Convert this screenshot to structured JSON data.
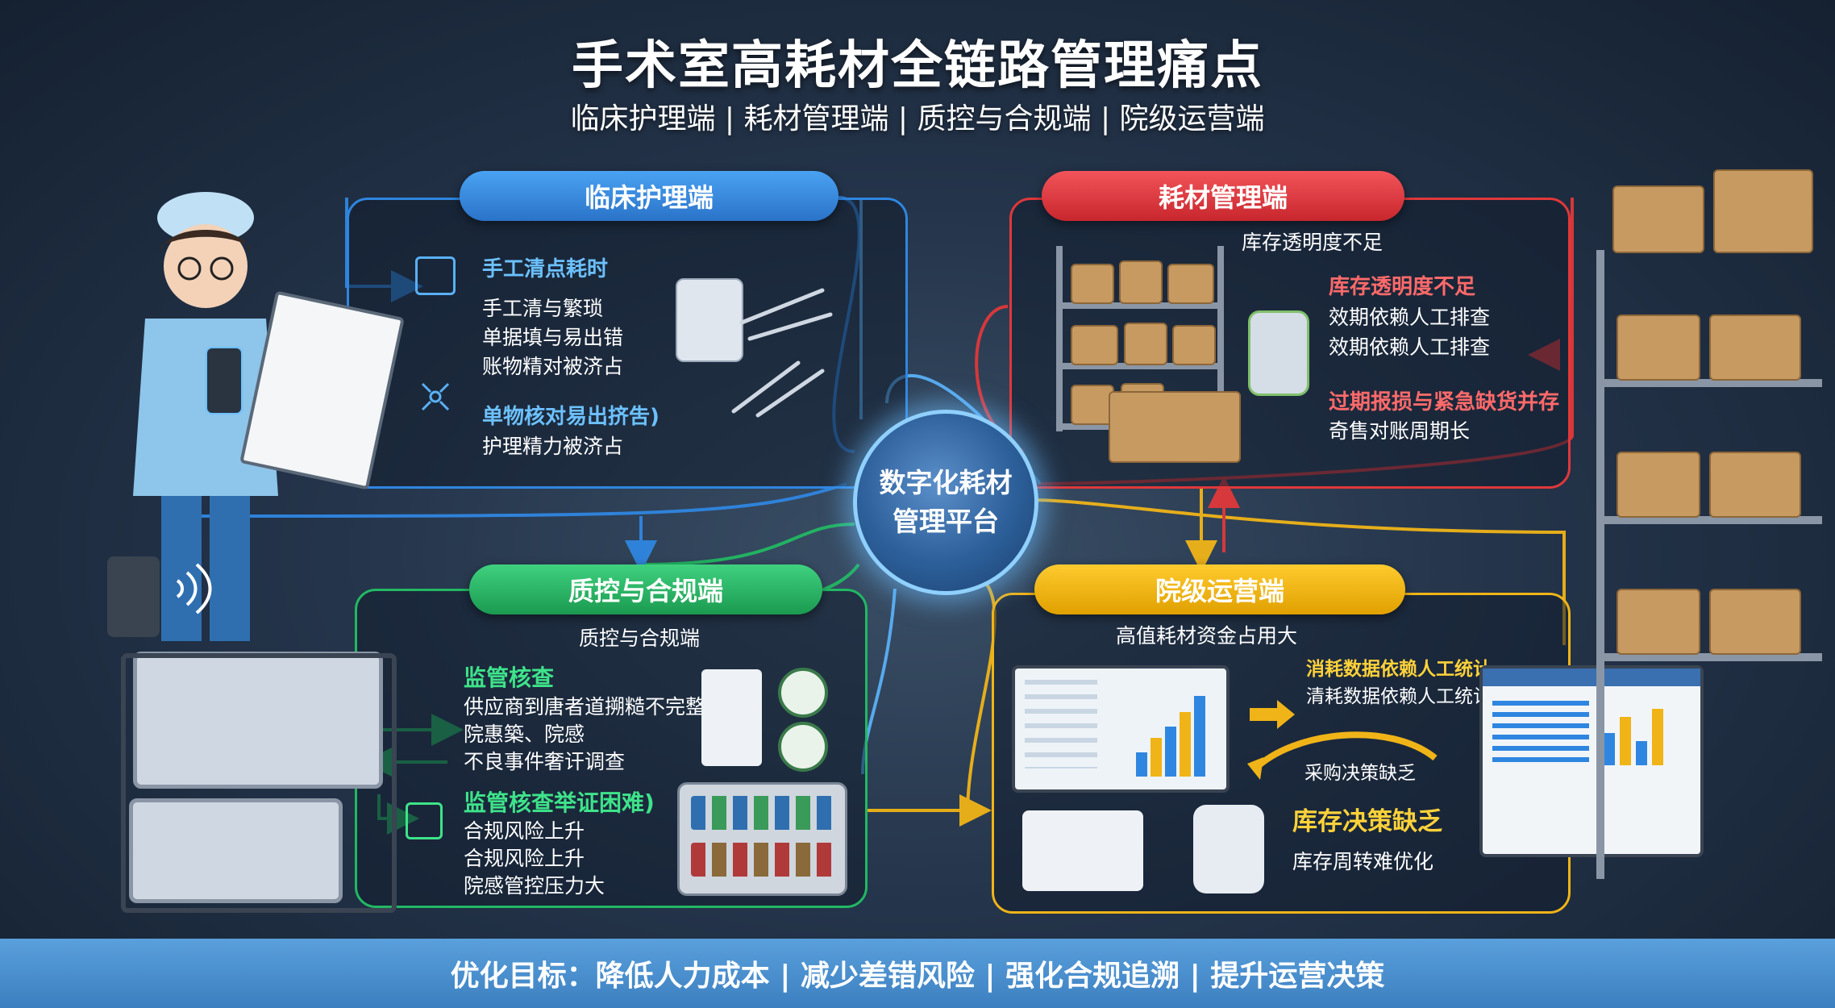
{
  "header": {
    "title": "手术室高耗材全链路管理痛点",
    "subtitle": "临床护理端 | 耗材管理端 | 质控与合规端 | 院级运营端"
  },
  "hub": {
    "line1": "数字化耗材",
    "line2": "管理平台"
  },
  "clinical": {
    "label": "临床护理端",
    "h1": "手工清点耗时",
    "items1": [
      "手工清与繁琐",
      "单据填与易出错",
      "账物精对被济占"
    ],
    "h2": "单物核对易出挤吿)",
    "items2": [
      "护理精力被济占"
    ]
  },
  "supply": {
    "label": "耗材管理端",
    "sub": "库存透明度不足",
    "h1": "库存透明度不足",
    "items1": [
      "效期依赖人工排查",
      "效期依赖人工排查"
    ],
    "h2": "过期报损与紧急缺货并存",
    "items2": [
      "奇售对账周期长"
    ]
  },
  "quality": {
    "label": "质控与合规端",
    "sub": "质控与合规端",
    "h1": "监管核查",
    "items1": [
      "供应商到唐者道搠糙不完整",
      "院惠築、院感",
      "不良事件奢讦调查"
    ],
    "h2": "监管核查举证困难)",
    "items2": [
      "合规风险上升",
      "合规风险上升",
      "院感管控压力大"
    ]
  },
  "ops": {
    "label": "院级运营端",
    "sub": "高值耗材资金占用大",
    "h1": "消耗数据依赖人工统计",
    "items1": [
      "清耗数据依赖人工统计"
    ],
    "mid": "采购决策缺乏",
    "h2": "库存决策缺乏",
    "items2": [
      "库存周转难优化"
    ]
  },
  "footer": {
    "goal": "优化目标：降低人力成本 | 减少差错风险 | 强化合规追溯 | 提升运营决策"
  },
  "colors": {
    "clinical": "#2f86e0",
    "supply": "#e0383a",
    "quality": "#22b863",
    "ops": "#f0b418",
    "hub": "#8fd0ff"
  },
  "icons": [
    "handheld-scanner-icon",
    "clipboard-icon",
    "nurse-figure",
    "wifi-signal-icon",
    "rfid-reader-icon",
    "surgical-tray-icon",
    "bar-chart-icon",
    "monitor-icon",
    "shelf-icon",
    "box-icon",
    "arrow-icon"
  ]
}
